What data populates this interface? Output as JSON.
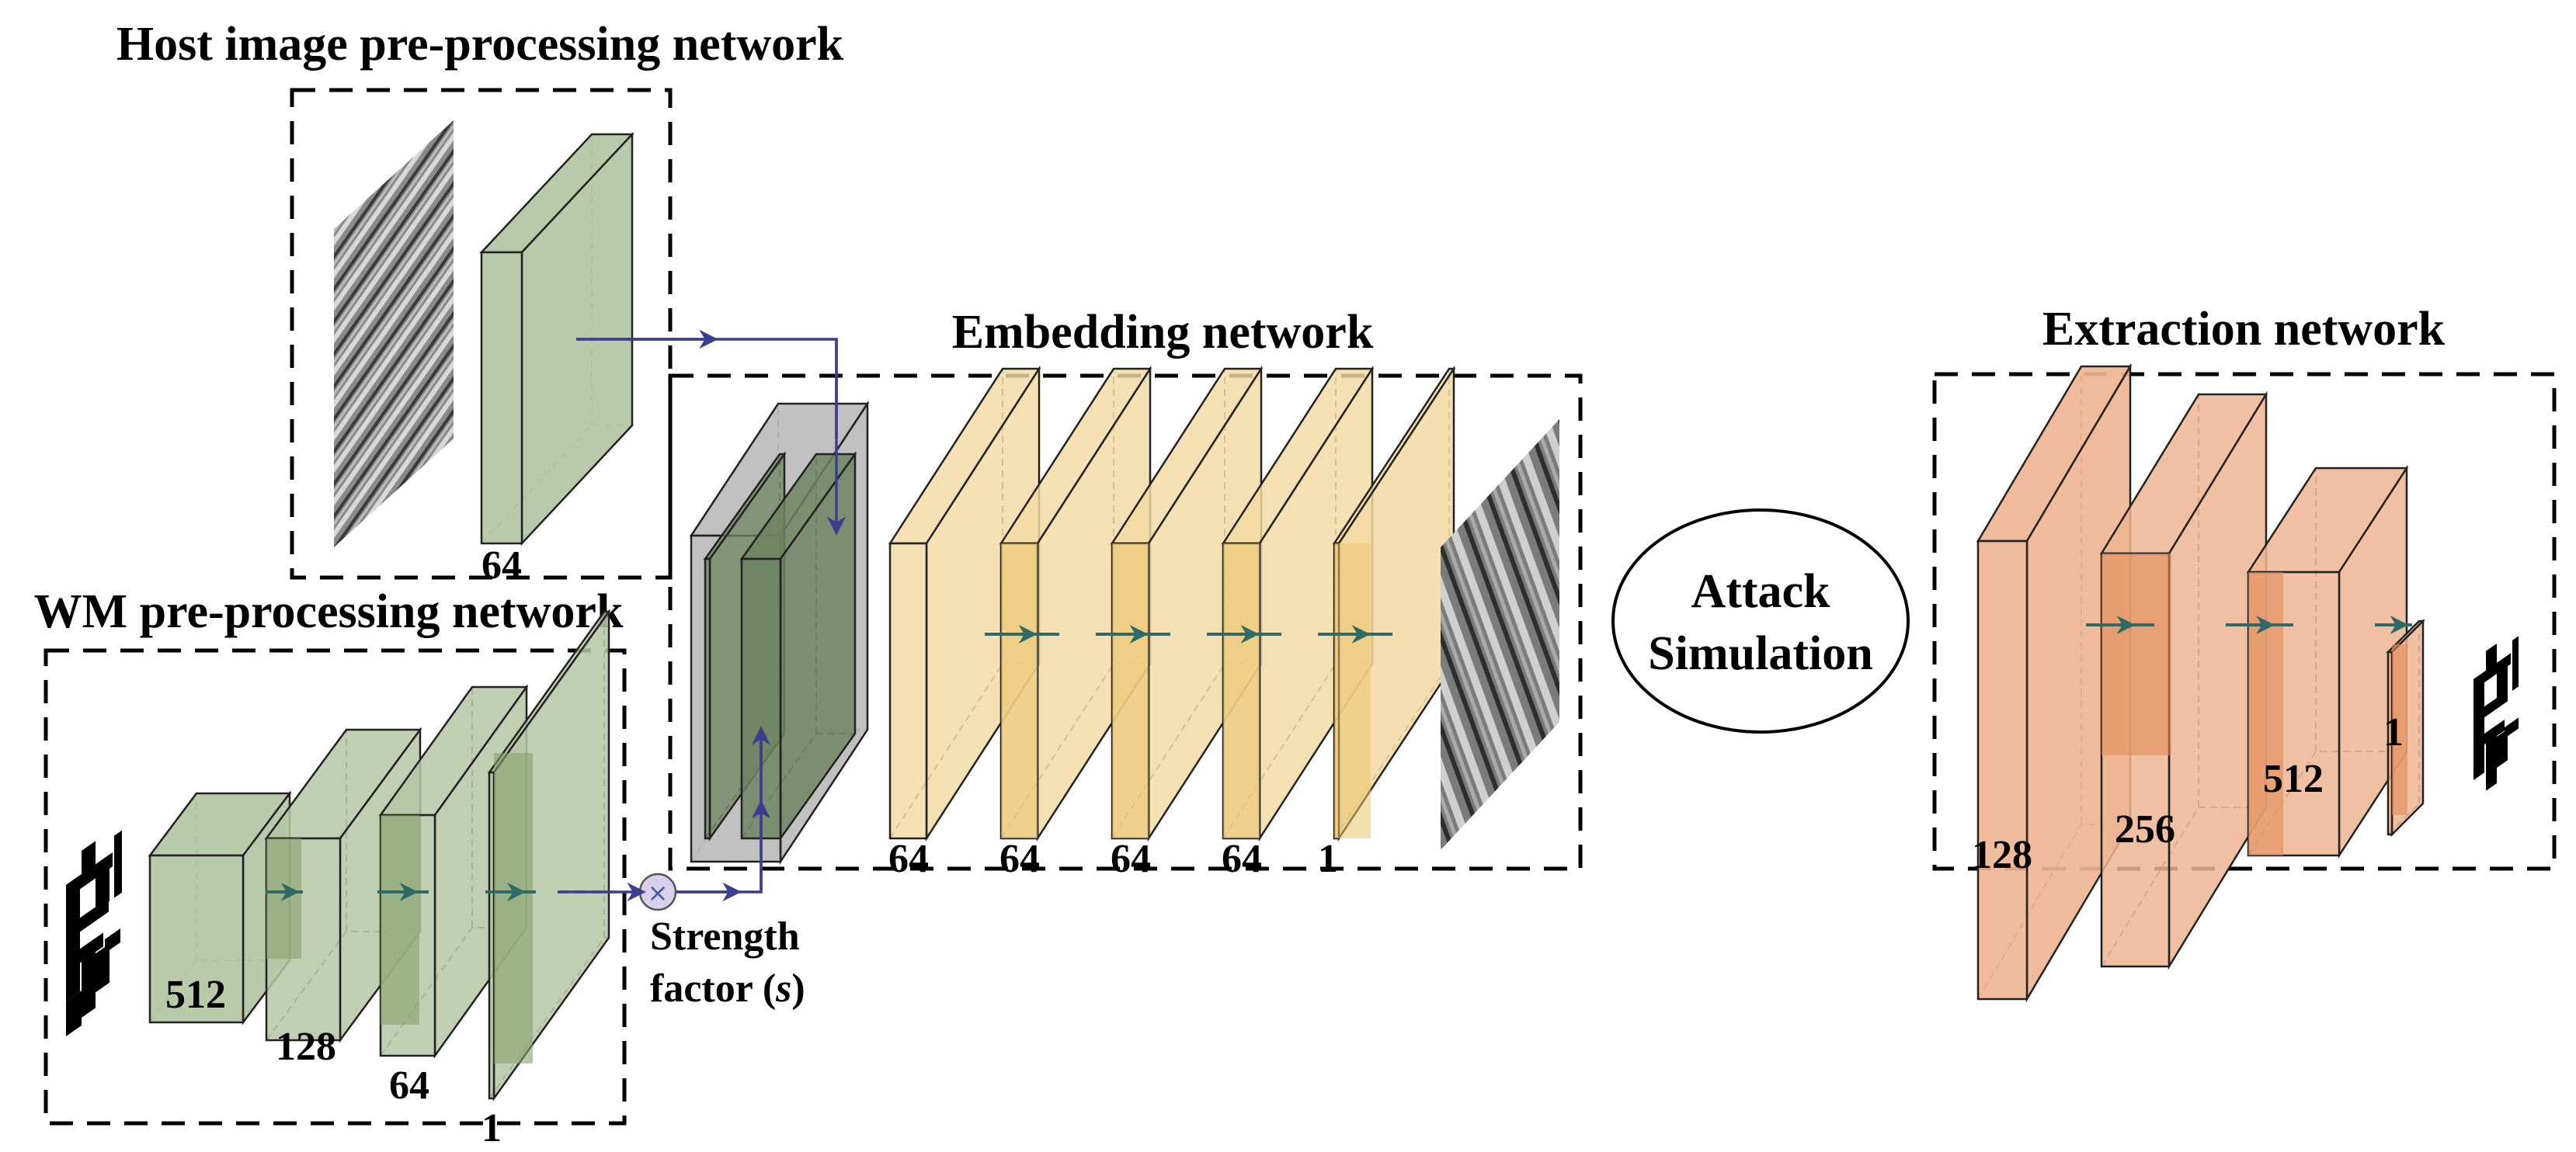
{
  "figure": {
    "colors": {
      "host_green": "#b5c7a5",
      "wm_green": "#b5c7a5",
      "wm_green_dark": "#86a26d",
      "concat_gray": "#b9b9b9",
      "concat_green": "#6f8560",
      "embed_yellow": "#f3d9a2",
      "embed_yellow_dark": "#ebc46c",
      "extract_orange": "#efb592",
      "extract_orange_dark": "#e38c58",
      "flow_arrow": "#3b3f8f",
      "inner_arrow": "#2f6a66",
      "multiplier_fill": "#d8d0ea"
    },
    "host_network": {
      "title": "Host image pre-processing network",
      "input_icon": "host-image",
      "layers": [
        {
          "channels": "64"
        }
      ]
    },
    "wm_network": {
      "title": "WM pre-processing network",
      "input_icon": "watermark-pattern",
      "layers": [
        {
          "channels": "512"
        },
        {
          "channels": "128"
        },
        {
          "channels": "64"
        },
        {
          "channels": "1"
        }
      ]
    },
    "strength": {
      "symbol": "×",
      "label_line1": "Strength",
      "label_line2_prefix": "factor (",
      "label_line2_var": "s",
      "label_line2_suffix": ")"
    },
    "embedding_network": {
      "title": "Embedding network",
      "concat_icon": "concatenation-block",
      "layers": [
        {
          "channels": "64"
        },
        {
          "channels": "64"
        },
        {
          "channels": "64"
        },
        {
          "channels": "64"
        },
        {
          "channels": "1"
        }
      ],
      "output_icon": "watermarked-image"
    },
    "attack": {
      "line1": "Attack",
      "line2": "Simulation"
    },
    "extraction_network": {
      "title": "Extraction network",
      "layers": [
        {
          "channels": "128"
        },
        {
          "channels": "256"
        },
        {
          "channels": "512"
        },
        {
          "channels": "1"
        }
      ],
      "output_icon": "extracted-watermark"
    }
  }
}
